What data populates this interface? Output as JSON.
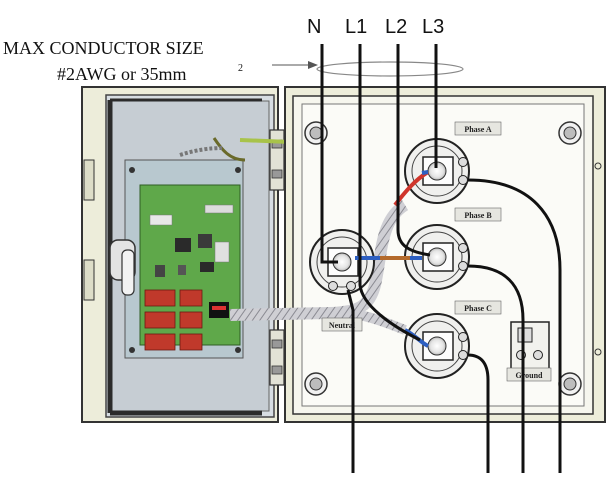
{
  "wire_labels": {
    "n": "N",
    "l1": "L1",
    "l2": "L2",
    "l3": "L3"
  },
  "conductor_note": {
    "line1": "MAX CONDUCTOR SIZE",
    "line2_prefix": "#2AWG or 35mm",
    "line2_superscript": "2"
  },
  "terminals": {
    "phase_a": "Phase A",
    "phase_b": "Phase B",
    "phase_c": "Phase C",
    "neutral": "Neutral",
    "ground": "Ground"
  },
  "colors": {
    "enclosure_fill": "#ededda",
    "pcb_green": "#5fa84a",
    "relay_red": "#c0392b",
    "wire": "#111111",
    "jumper_blue": "#2d5fc2",
    "jumper_red": "#d0352b"
  }
}
